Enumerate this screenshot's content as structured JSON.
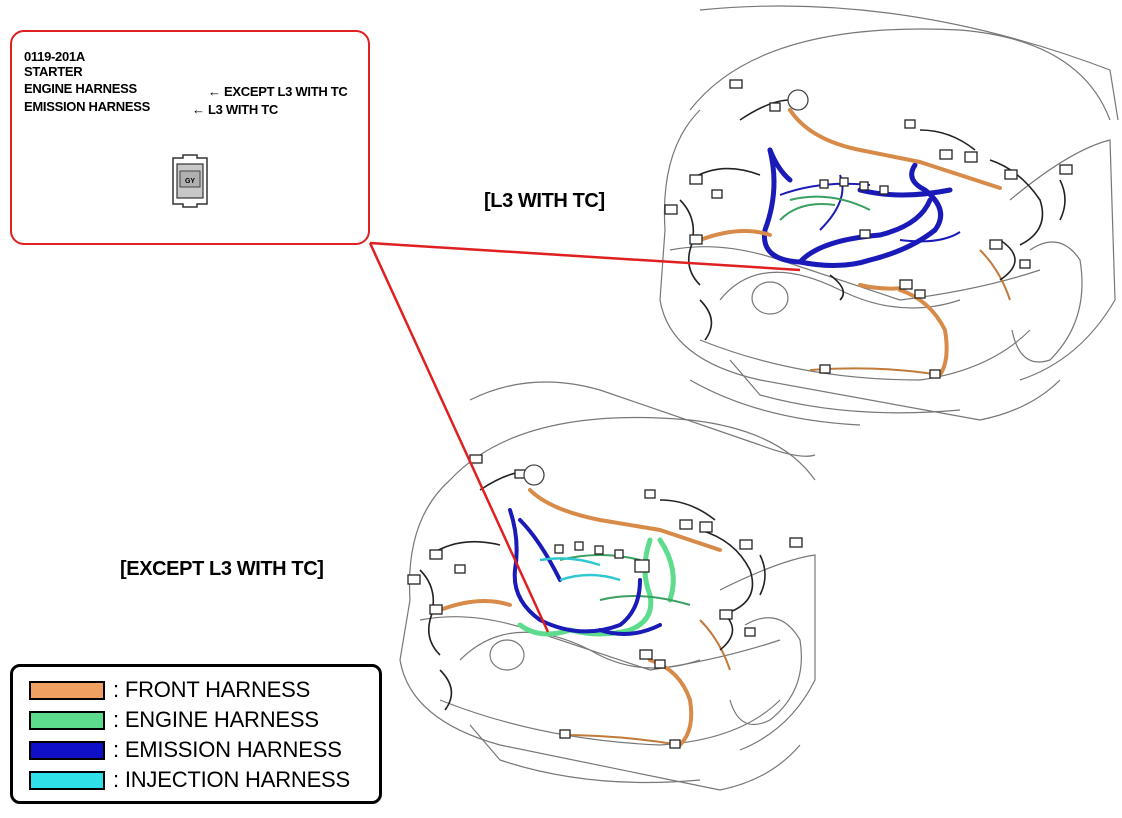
{
  "callout": {
    "code": "0119-201A",
    "name": "STARTER",
    "harness_1": "ENGINE HARNESS",
    "harness_1_note": "← EXCEPT L3 WITH TC",
    "harness_2": "EMISSION HARNESS",
    "harness_2_note": "← L3 WITH TC",
    "connector_color": "GY"
  },
  "views": {
    "top_label": "[L3 WITH TC]",
    "bottom_label": "[EXCEPT L3 WITH TC]"
  },
  "legend": {
    "items": [
      {
        "label": ": FRONT HARNESS",
        "color": "#f0a060"
      },
      {
        "label": ": ENGINE HARNESS",
        "color": "#5cdc8c"
      },
      {
        "label": ": EMISSION HARNESS",
        "color": "#1010c8"
      },
      {
        "label": ": INJECTION HARNESS",
        "color": "#30e0e8"
      }
    ]
  },
  "colors": {
    "callout_border": "#e02020",
    "pointer_line": "#e02020",
    "front": "#d88a48",
    "engine": "#5cdc8c",
    "emission": "#1a1ab8",
    "injection": "#30c8d0"
  }
}
